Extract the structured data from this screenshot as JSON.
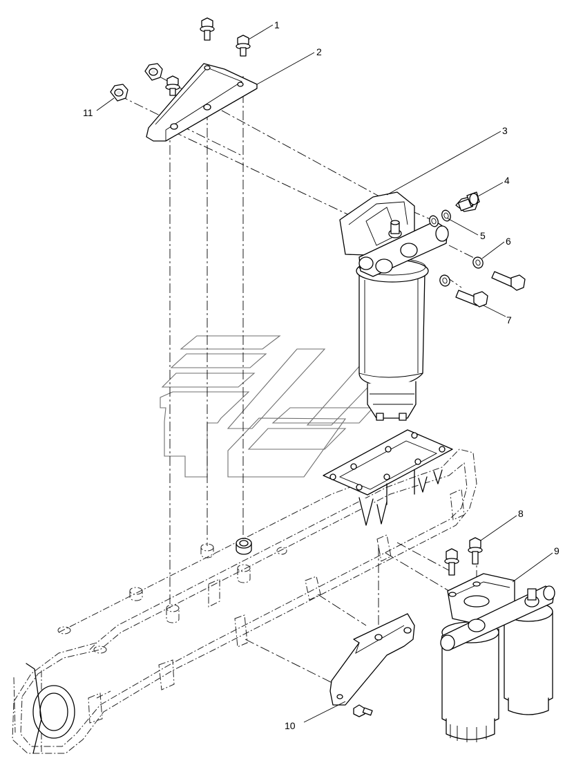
{
  "callouts": [
    {
      "id": "c1",
      "label": "1",
      "part": "bolt"
    },
    {
      "id": "c2",
      "label": "2",
      "part": "bracket"
    },
    {
      "id": "c3",
      "label": "3",
      "part": "fuel-filter-assembly"
    },
    {
      "id": "c4",
      "label": "4",
      "part": "banjo-bolt"
    },
    {
      "id": "c5",
      "label": "5",
      "part": "sealing-washer"
    },
    {
      "id": "c6",
      "label": "6",
      "part": "washer"
    },
    {
      "id": "c7",
      "label": "7",
      "part": "bolt"
    },
    {
      "id": "c8",
      "label": "8",
      "part": "bolt"
    },
    {
      "id": "c9",
      "label": "9",
      "part": "double-filter-assembly"
    },
    {
      "id": "c10",
      "label": "10",
      "part": "bracket"
    },
    {
      "id": "c11",
      "label": "11",
      "part": "nut"
    }
  ],
  "colors": {
    "line": "#000000",
    "background": "#ffffff",
    "watermark": "#555555"
  }
}
